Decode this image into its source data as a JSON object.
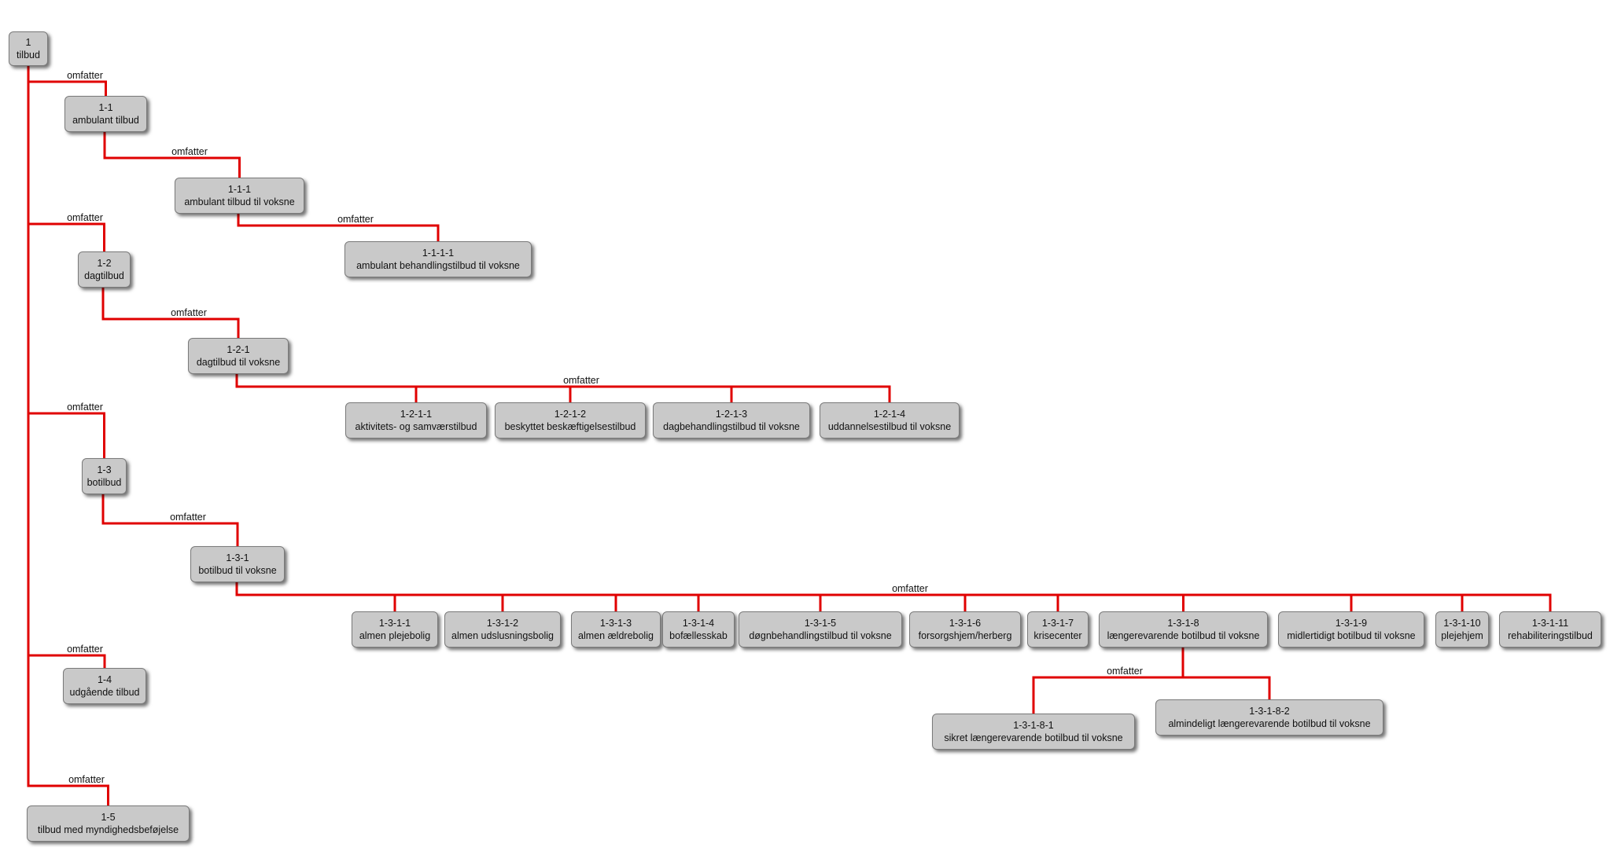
{
  "edge_label": "omfatter",
  "line_color": "#e00000",
  "nodes": [
    {
      "id": "1",
      "label": "tilbud"
    },
    {
      "id": "1-1",
      "label": "ambulant tilbud"
    },
    {
      "id": "1-1-1",
      "label": "ambulant tilbud til voksne"
    },
    {
      "id": "1-1-1-1",
      "label": "ambulant behandlingstilbud til voksne"
    },
    {
      "id": "1-2",
      "label": "dagtilbud"
    },
    {
      "id": "1-2-1",
      "label": "dagtilbud til voksne"
    },
    {
      "id": "1-2-1-1",
      "label": "aktivitets- og samværstilbud"
    },
    {
      "id": "1-2-1-2",
      "label": "beskyttet beskæftigelsestilbud"
    },
    {
      "id": "1-2-1-3",
      "label": "dagbehandlingstilbud til voksne"
    },
    {
      "id": "1-2-1-4",
      "label": "uddannelsestilbud til voksne"
    },
    {
      "id": "1-3",
      "label": "botilbud"
    },
    {
      "id": "1-3-1",
      "label": "botilbud til voksne"
    },
    {
      "id": "1-3-1-1",
      "label": "almen plejebolig"
    },
    {
      "id": "1-3-1-2",
      "label": "almen udslusningsbolig"
    },
    {
      "id": "1-3-1-3",
      "label": "almen ældrebolig"
    },
    {
      "id": "1-3-1-4",
      "label": "bofællesskab"
    },
    {
      "id": "1-3-1-5",
      "label": "døgnbehandlingstilbud til voksne"
    },
    {
      "id": "1-3-1-6",
      "label": "forsorgshjem/herberg"
    },
    {
      "id": "1-3-1-7",
      "label": "krisecenter"
    },
    {
      "id": "1-3-1-8",
      "label": "længerevarende botilbud til voksne"
    },
    {
      "id": "1-3-1-8-1",
      "label": "sikret længerevarende botilbud til voksne"
    },
    {
      "id": "1-3-1-8-2",
      "label": "almindeligt længerevarende botilbud til voksne"
    },
    {
      "id": "1-3-1-9",
      "label": "midlertidigt botilbud til voksne"
    },
    {
      "id": "1-3-1-10",
      "label": "plejehjem"
    },
    {
      "id": "1-3-1-11",
      "label": "rehabiliteringstilbud"
    },
    {
      "id": "1-4",
      "label": "udgående tilbud"
    },
    {
      "id": "1-5",
      "label": "tilbud med myndighedsbeføjelse"
    }
  ],
  "edges": [
    {
      "from": "1",
      "to": [
        "1-1"
      ]
    },
    {
      "from": "1-1",
      "to": [
        "1-1-1"
      ]
    },
    {
      "from": "1-1-1",
      "to": [
        "1-1-1-1"
      ]
    },
    {
      "from": "1",
      "to": [
        "1-2"
      ]
    },
    {
      "from": "1-2",
      "to": [
        "1-2-1"
      ]
    },
    {
      "from": "1-2-1",
      "to": [
        "1-2-1-1",
        "1-2-1-2",
        "1-2-1-3",
        "1-2-1-4"
      ]
    },
    {
      "from": "1",
      "to": [
        "1-3"
      ]
    },
    {
      "from": "1-3",
      "to": [
        "1-3-1"
      ]
    },
    {
      "from": "1-3-1",
      "to": [
        "1-3-1-1",
        "1-3-1-2",
        "1-3-1-3",
        "1-3-1-4",
        "1-3-1-5",
        "1-3-1-6",
        "1-3-1-7",
        "1-3-1-8",
        "1-3-1-9",
        "1-3-1-10",
        "1-3-1-11"
      ]
    },
    {
      "from": "1-3-1-8",
      "to": [
        "1-3-1-8-1",
        "1-3-1-8-2"
      ]
    },
    {
      "from": "1",
      "to": [
        "1-4"
      ]
    },
    {
      "from": "1",
      "to": [
        "1-5"
      ]
    }
  ]
}
